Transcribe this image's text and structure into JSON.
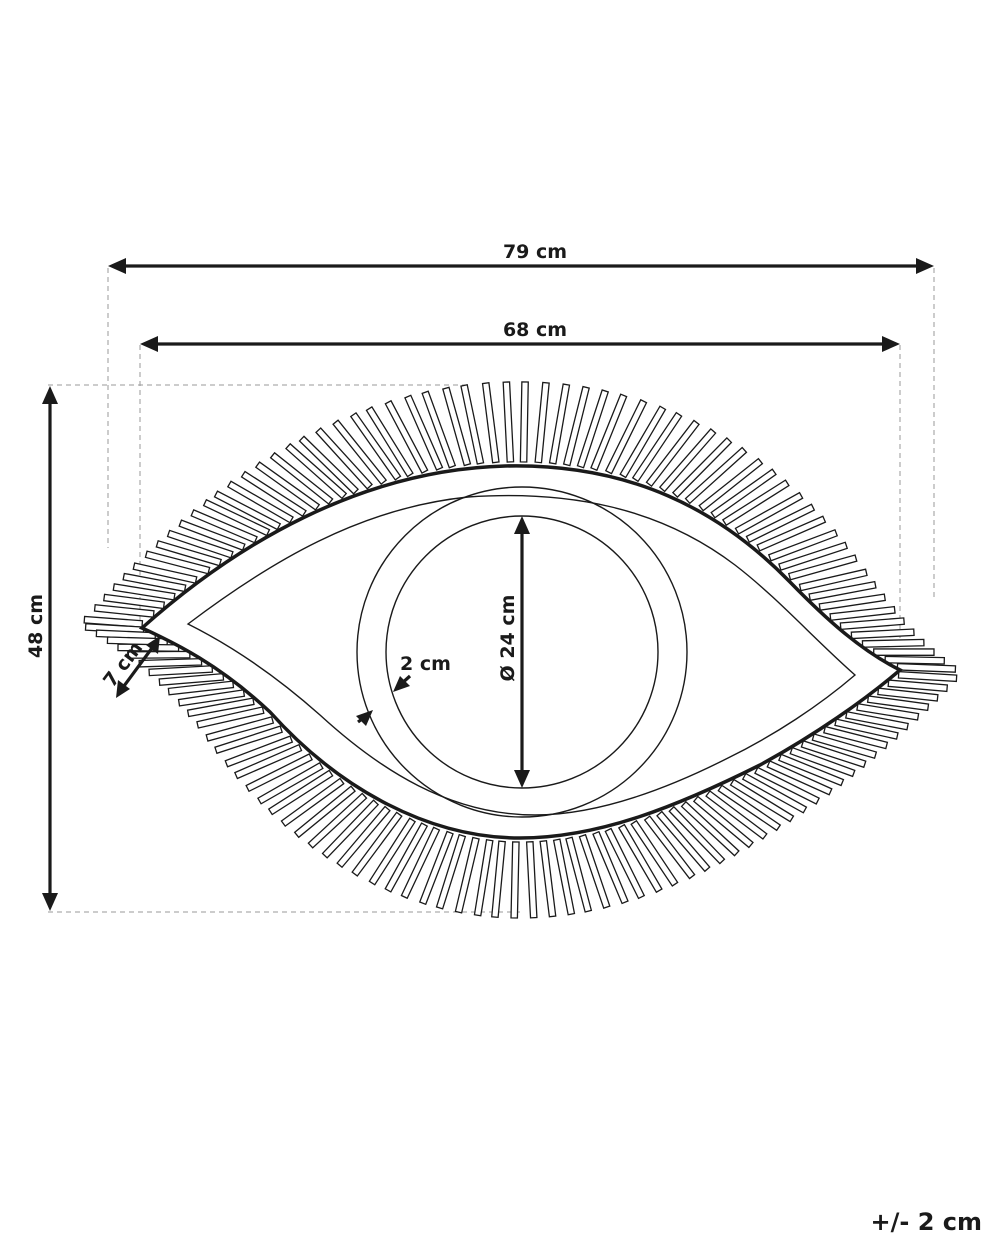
{
  "dimensions": {
    "overall_width": "79 cm",
    "frame_width": "68 cm",
    "overall_height": "48 cm",
    "mirror_diameter": "Ø 24 cm",
    "ring_width": "2 cm",
    "fringe_length": "7 cm"
  },
  "tolerance": "+/- 2 cm",
  "colors": {
    "line": "#1a1a1a",
    "guide": "#9a9a9a",
    "background": "#ffffff"
  }
}
